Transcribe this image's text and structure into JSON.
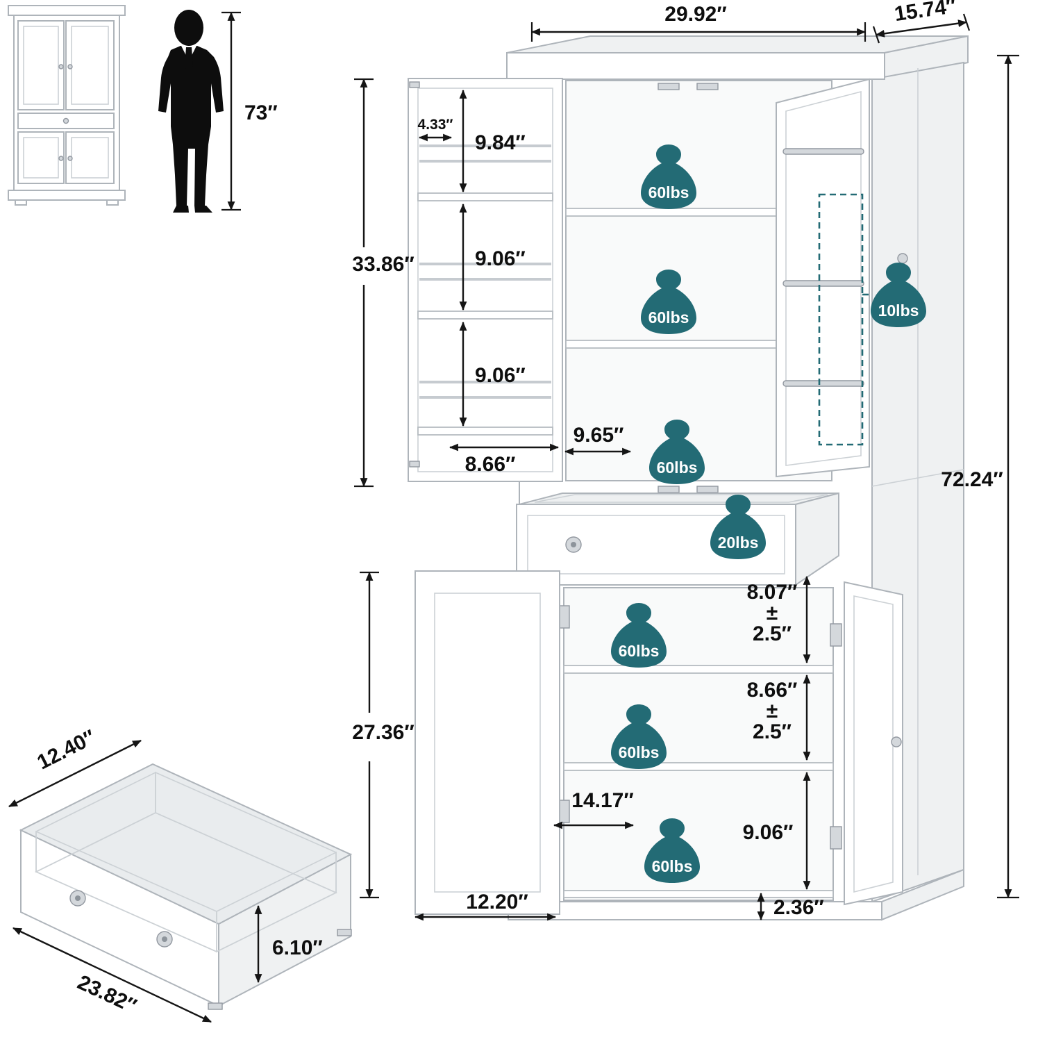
{
  "colors": {
    "capacity_teal": "#236b75",
    "dimension_line": "#151515"
  },
  "dimensions": {
    "top_width": "29.92″",
    "top_depth": "15.74″",
    "total_height": "72.24″",
    "man_height": "73″",
    "upper_section_height": "33.86″",
    "door_rack_1": "9.84″",
    "door_rack_2": "9.06″",
    "door_rack_3": "9.06″",
    "door_rack_depth": "4.33″",
    "upper_door_width": "8.66″",
    "upper_interior_gap": "9.65″",
    "lower_section_height": "27.36″",
    "lower_gap_1_value": "8.07″",
    "lower_gap_1_pm": "±",
    "lower_gap_1_tol": "2.5″",
    "lower_gap_2_value": "8.66″",
    "lower_gap_2_pm": "±",
    "lower_gap_2_tol": "2.5″",
    "lower_gap_3": "9.06″",
    "lower_shelf_width": "14.17″",
    "lower_door_width": "12.20″",
    "base_height": "2.36″",
    "drawer_depth": "12.40″",
    "drawer_width": "23.82″",
    "drawer_height": "6.10″"
  },
  "weights": {
    "upper_shelf_1": "60lbs",
    "upper_shelf_2": "60lbs",
    "upper_shelf_3": "60lbs",
    "door_rack": "10lbs",
    "drawer": "20lbs",
    "lower_shelf_1": "60lbs",
    "lower_shelf_2": "60lbs",
    "lower_shelf_3": "60lbs"
  }
}
